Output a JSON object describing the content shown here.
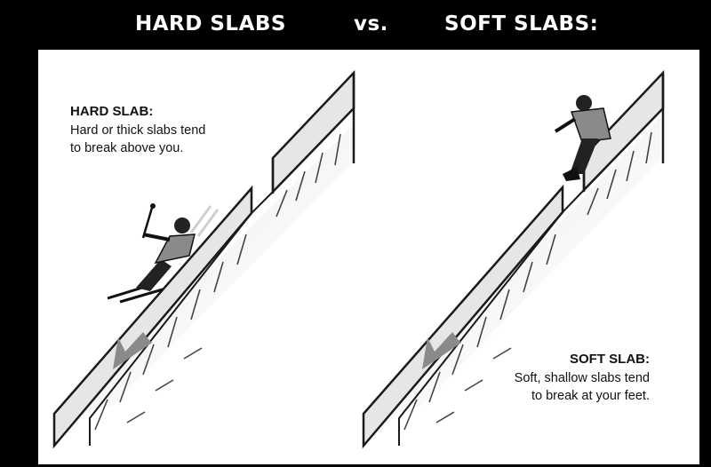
{
  "header": {
    "left_title": "HARD SLABS",
    "vs": "vs.",
    "right_title": "SOFT SLABS:"
  },
  "hard_slab": {
    "heading": "HARD SLAB:",
    "line1": "Hard or thick slabs tend",
    "line2": "to break above you."
  },
  "soft_slab": {
    "heading": "SOFT SLAB:",
    "line1": "Soft, shallow slabs tend",
    "line2": "to break at your feet."
  },
  "colors": {
    "background": "#000000",
    "panel": "#ffffff",
    "slab_fill": "#e6e6e6",
    "outline": "#1a1a1a",
    "arrow": "#8a8a8a"
  }
}
